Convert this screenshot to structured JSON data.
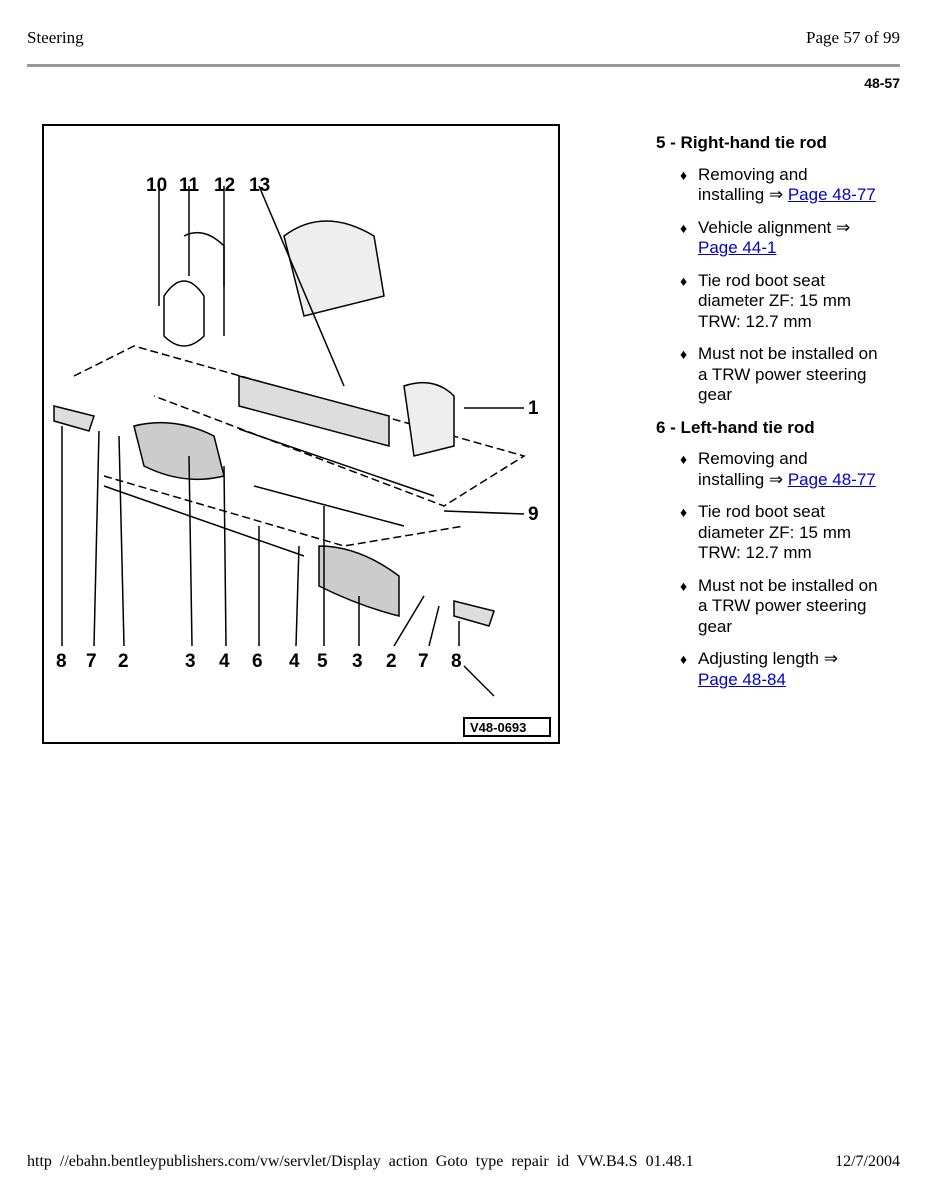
{
  "header": {
    "title": "Steering",
    "page": "Page 57 of 99",
    "page_id": "48-57"
  },
  "figure": {
    "code": "V48-0693",
    "labels": [
      "10",
      "11",
      "12",
      "13",
      "1",
      "9",
      "8",
      "7",
      "2",
      "3",
      "4",
      "6",
      "4",
      "5",
      "3",
      "2",
      "7",
      "8"
    ]
  },
  "sections": [
    {
      "title": "5 - Right-hand tie rod",
      "items": [
        {
          "text": "Removing and installing ⇒ ",
          "link": "Page 48-77"
        },
        {
          "text": "Vehicle alignment ⇒ ",
          "link": "Page 44-1"
        },
        {
          "text": "Tie rod boot seat diameter ZF: 15 mm TRW: 12.7 mm"
        },
        {
          "text": "Must not be installed on a TRW power steering gear"
        }
      ]
    },
    {
      "title": "6 - Left-hand tie rod",
      "items": [
        {
          "text": "Removing and installing ⇒ ",
          "link": "Page 48-77"
        },
        {
          "text": "Tie rod boot seat diameter ZF: 15 mm TRW: 12.7 mm"
        },
        {
          "text": "Must not be installed on a TRW power steering gear"
        },
        {
          "text": "Adjusting length ⇒ ",
          "link": "Page 48-84"
        }
      ]
    }
  ],
  "footer": {
    "url": "http //ebahn.bentleypublishers.com/vw/servlet/Display action Goto  type  repair  id  VW.B4.S  01.48.1",
    "date": "12/7/2004"
  }
}
